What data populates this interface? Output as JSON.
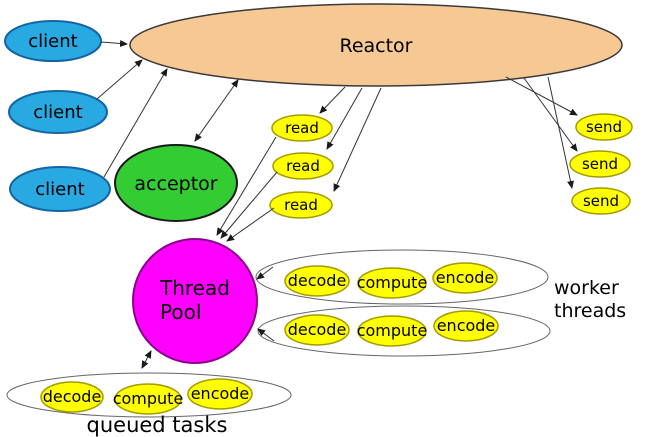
{
  "colors": {
    "background": "#ffffff",
    "text": "#000000",
    "arrow": "#333333",
    "arrowhead": "#1a1a1a",
    "client_fill": "#29a9e1",
    "client_stroke": "#1565a5",
    "reactor_fill": "#f6c894",
    "reactor_stroke": "#3a3a3a",
    "acceptor_fill": "#33cc33",
    "acceptor_stroke": "#1a1a1a",
    "task_fill": "#ffff00",
    "task_stroke": "#a39b00",
    "pool_fill": "#ff00ff",
    "pool_stroke": "#8b008b",
    "group_stroke": "#666666"
  },
  "nodes": {
    "reactor": {
      "label": "Reactor"
    },
    "clients": [
      {
        "label": "client"
      },
      {
        "label": "client"
      },
      {
        "label": "client"
      }
    ],
    "acceptor": {
      "label": "acceptor"
    },
    "reads": [
      {
        "label": "read"
      },
      {
        "label": "read"
      },
      {
        "label": "read"
      }
    ],
    "sends": [
      {
        "label": "send"
      },
      {
        "label": "send"
      },
      {
        "label": "send"
      }
    ],
    "thread_pool": {
      "line1": "Thread",
      "line2": "Pool"
    },
    "worker_rows": [
      {
        "tasks": [
          "decode",
          "compute",
          "encode"
        ]
      },
      {
        "tasks": [
          "decode",
          "compute",
          "encode"
        ]
      }
    ],
    "queued": {
      "tasks": [
        "decode",
        "compute",
        "encode"
      ]
    }
  },
  "annotations": {
    "worker_line1": "worker",
    "worker_line2": "threads",
    "queued_tasks": "queued tasks"
  }
}
